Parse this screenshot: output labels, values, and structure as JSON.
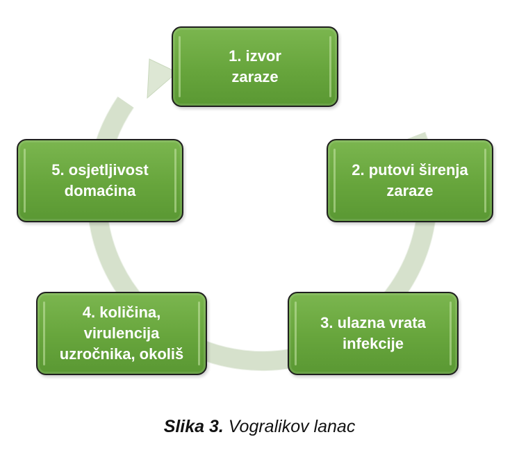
{
  "diagram": {
    "type": "cycle",
    "nodes": [
      {
        "id": "1",
        "label": "1. izvor\nzaraze"
      },
      {
        "id": "2",
        "label": "2. putovi širenja\nzaraze"
      },
      {
        "id": "3",
        "label": "3. ulazna vrata\ninfekcije"
      },
      {
        "id": "4",
        "label": "4. količina,\nvirulencija\nuzročnika, okoliš"
      },
      {
        "id": "5",
        "label": "5. osjetljivost\ndomaćina"
      }
    ],
    "colors": {
      "node_fill": "#6aa842",
      "node_border": "#1f1f1f",
      "node_text": "#ffffff",
      "arrow": "#dde7d4"
    }
  },
  "caption": {
    "label": "Slika 3.",
    "text": " Vogralikov lanac"
  }
}
